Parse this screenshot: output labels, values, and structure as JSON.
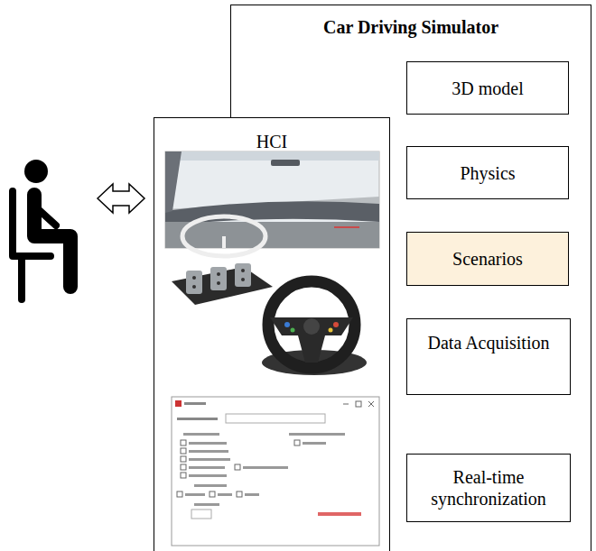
{
  "diagram": {
    "nodes": [
      {
        "text": [
          "Car Driving Simulator"
        ]
      },
      {
        "text": [
          "HCI"
        ]
      },
      {
        "text": [
          "3D model"
        ],
        "in": 0
      },
      {
        "text": [
          "Physics"
        ],
        "in": 0
      },
      {
        "text": [
          "Scenarios"
        ],
        "in": 0
      },
      {
        "text": [
          "Data Acquisition"
        ],
        "in": 0
      },
      {
        "text": [
          "Real-time synchronization"
        ],
        "in": 0
      }
    ]
  }
}
